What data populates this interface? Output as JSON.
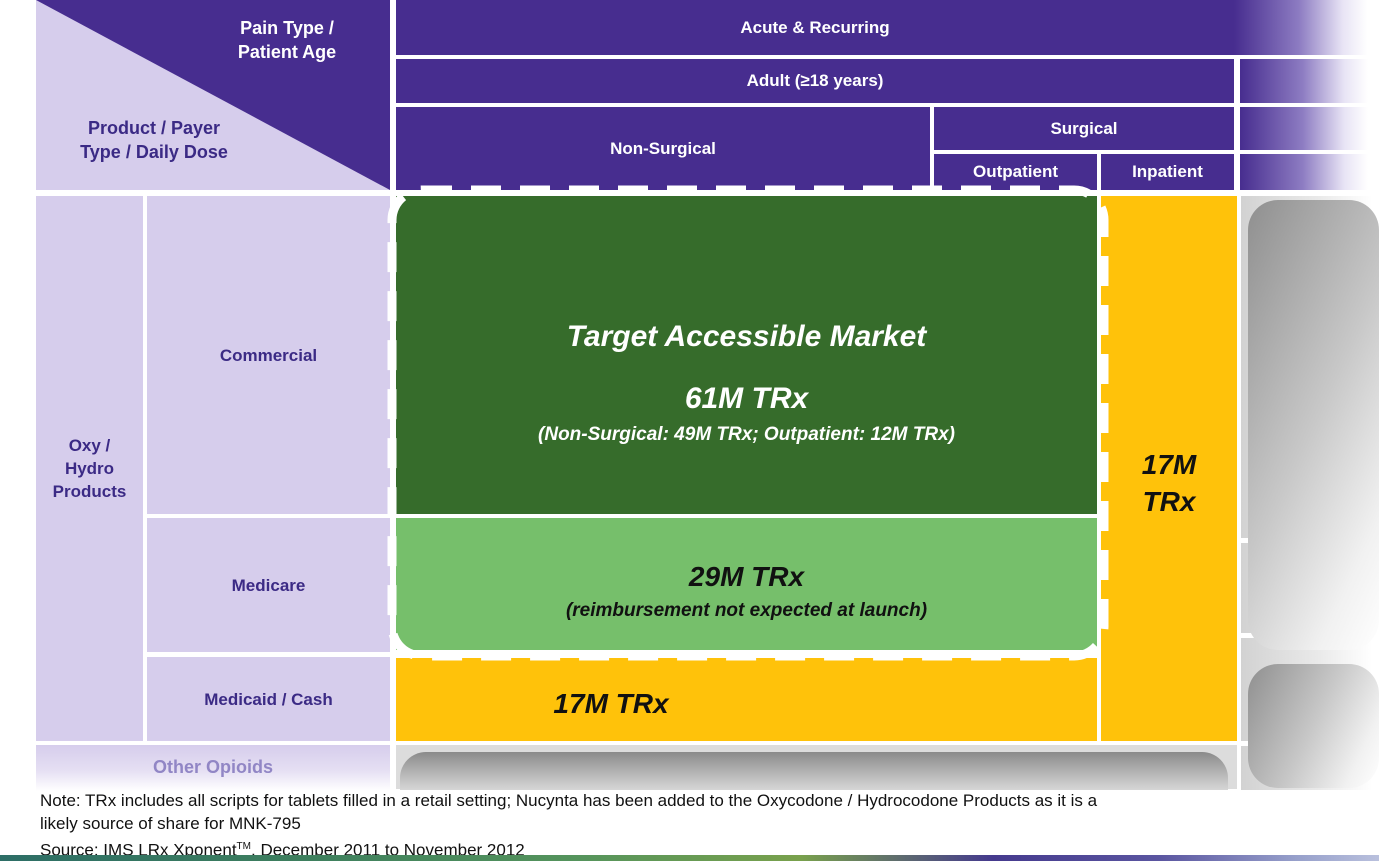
{
  "header": {
    "pain_type_label": "Pain Type /\nPatient Age",
    "product_payer_label": "Product / Payer\nType / Daily Dose",
    "acute_recurring": "Acute & Recurring",
    "adult": "Adult (≥18 years)",
    "non_surgical": "Non-Surgical",
    "surgical": "Surgical",
    "outpatient": "Outpatient",
    "inpatient": "Inpatient"
  },
  "rows": {
    "product_group": "Oxy /\nHydro\nProducts",
    "payers": [
      "Commercial",
      "Medicare",
      "Medicaid / Cash"
    ],
    "other_opioids": "Other Opioids"
  },
  "cells": {
    "target_market": {
      "title": "Target Accessible Market",
      "value": "61M TRx",
      "detail": "(Non-Surgical: 49M TRx; Outpatient: 12M TRx)"
    },
    "medicare_block": {
      "value": "29M TRx",
      "detail": "(reimbursement  not expected at launch)"
    },
    "medicaid_block": {
      "value": "17M TRx"
    },
    "inpatient_block": {
      "value": "17M\nTRx"
    }
  },
  "footer": {
    "note_line1": "Note: TRx includes all scripts for tablets filled in a retail setting; Nucynta has been added to the Oxycodone / Hydrocodone Products as it is a",
    "note_line2": "likely source of share for MNK-795",
    "source_prefix": "Source: IMS LRx Xponent",
    "source_tm": "TM",
    "source_suffix": ", December 2011 to November 2012"
  },
  "colors": {
    "header_purple": "#472d8f",
    "light_purple": "#d6cdec",
    "dark_green": "#366c2b",
    "light_green": "#76bf6b",
    "yellow": "#ffc20a",
    "label_purple": "#3b2a85",
    "muted_purple": "#9186c5",
    "gray_card": "#8f8f8f"
  }
}
